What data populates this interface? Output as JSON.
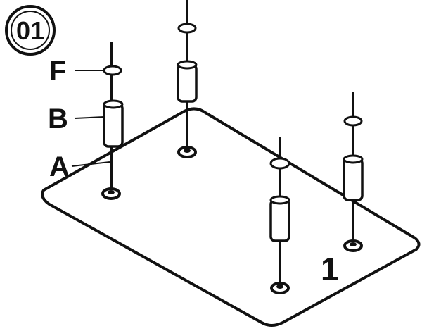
{
  "step": {
    "number": "01"
  },
  "labels": {
    "fastener": "F",
    "spacer": "B",
    "rod": "A",
    "panel": "1"
  },
  "colors": {
    "ink": "#111111",
    "paper": "#ffffff",
    "shade": "#d9d9d9"
  }
}
